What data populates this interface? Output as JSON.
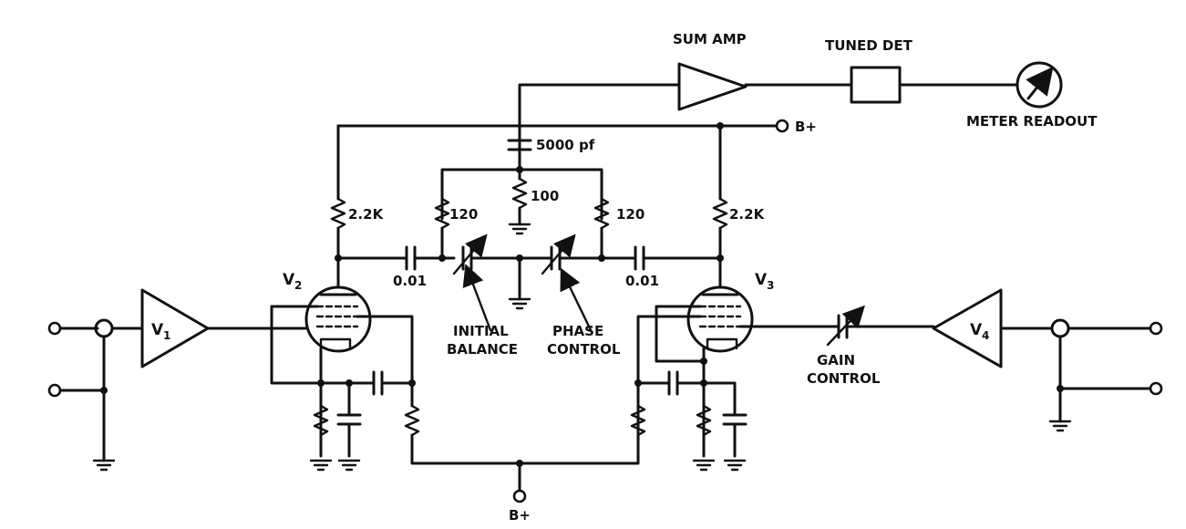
{
  "labels": {
    "sum_amp": "SUM AMP",
    "tuned_det": "TUNED DET",
    "meter_readout": "METER READOUT",
    "b_plus_top": "B+",
    "b_plus_bottom": "B+",
    "cap_5000": "5000 pf",
    "res_100": "100",
    "res_120_left": "120",
    "res_120_right": "120",
    "res_2k2_left": "2.2K",
    "res_2k2_right": "2.2K",
    "cap_001_left": "0.01",
    "cap_001_right": "0.01",
    "initial_balance_1": "INITIAL",
    "initial_balance_2": "BALANCE",
    "phase_control_1": "PHASE",
    "phase_control_2": "CONTROL",
    "gain_control_1": "GAIN",
    "gain_control_2": "CONTROL"
  },
  "amplifiers": {
    "v1": {
      "letter": "V",
      "sub": "1"
    },
    "v4": {
      "letter": "V",
      "sub": "4"
    }
  },
  "tubes": {
    "v2": {
      "letter": "V",
      "sub": "2"
    },
    "v3": {
      "letter": "V",
      "sub": "3"
    }
  }
}
